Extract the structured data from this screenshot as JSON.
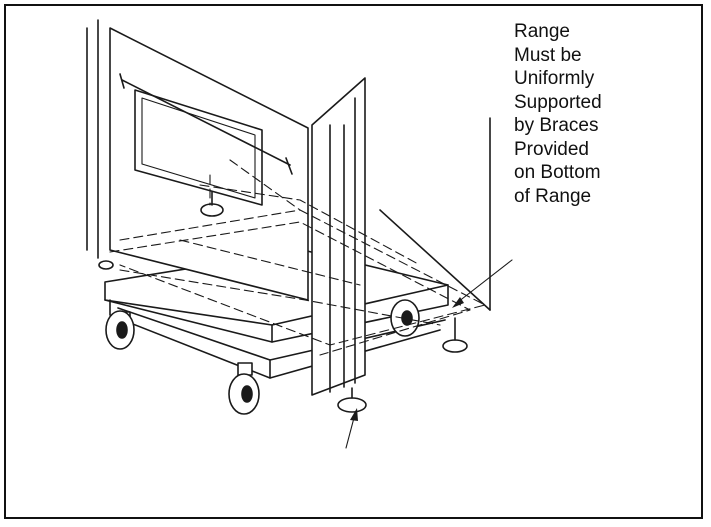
{
  "callout": {
    "lines": [
      "Range",
      "Must be",
      "Uniformly",
      "Supported",
      "by Braces",
      "Provided",
      "on Bottom",
      "of Range"
    ]
  },
  "colors": {
    "line": "#1a1a1a",
    "background": "#ffffff",
    "frame": "#111111"
  },
  "icons": {
    "leveling-foot": "leveling-foot-icon",
    "caster": "caster-wheel-icon"
  }
}
